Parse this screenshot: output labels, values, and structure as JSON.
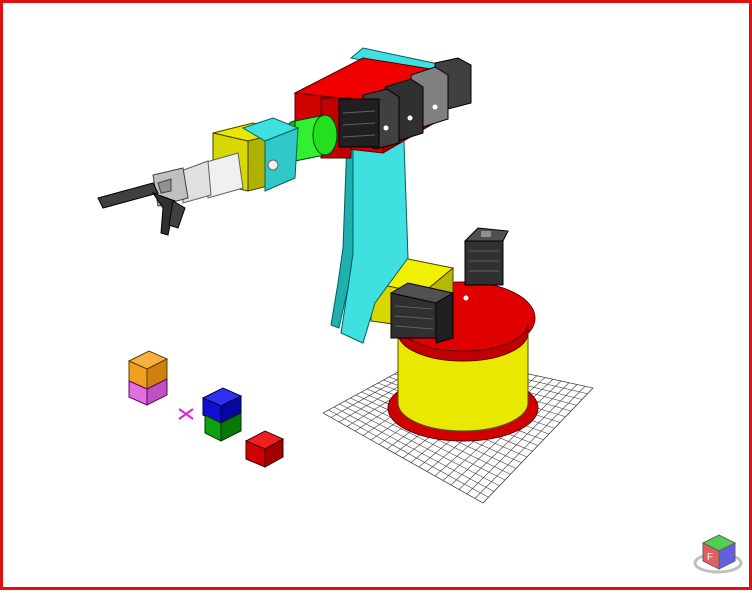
{
  "viewport": {
    "border_color": "#e01010",
    "background": "#ffffff"
  },
  "scene": {
    "description_icons": [
      "robot-arm",
      "floor-grid",
      "cubes",
      "target-marker",
      "view-cube"
    ],
    "colors": {
      "red": "#e00000",
      "yellow": "#e8e800",
      "cyan": "#40e0e0",
      "green": "#20e020",
      "dark_gray": "#404040",
      "light_gray": "#d0d0d0",
      "blue": "#1010d0",
      "orange": "#f0a020",
      "pink": "#e070e0",
      "magenta": "#e020e0"
    }
  },
  "view_cube": {
    "face_label": "F"
  }
}
